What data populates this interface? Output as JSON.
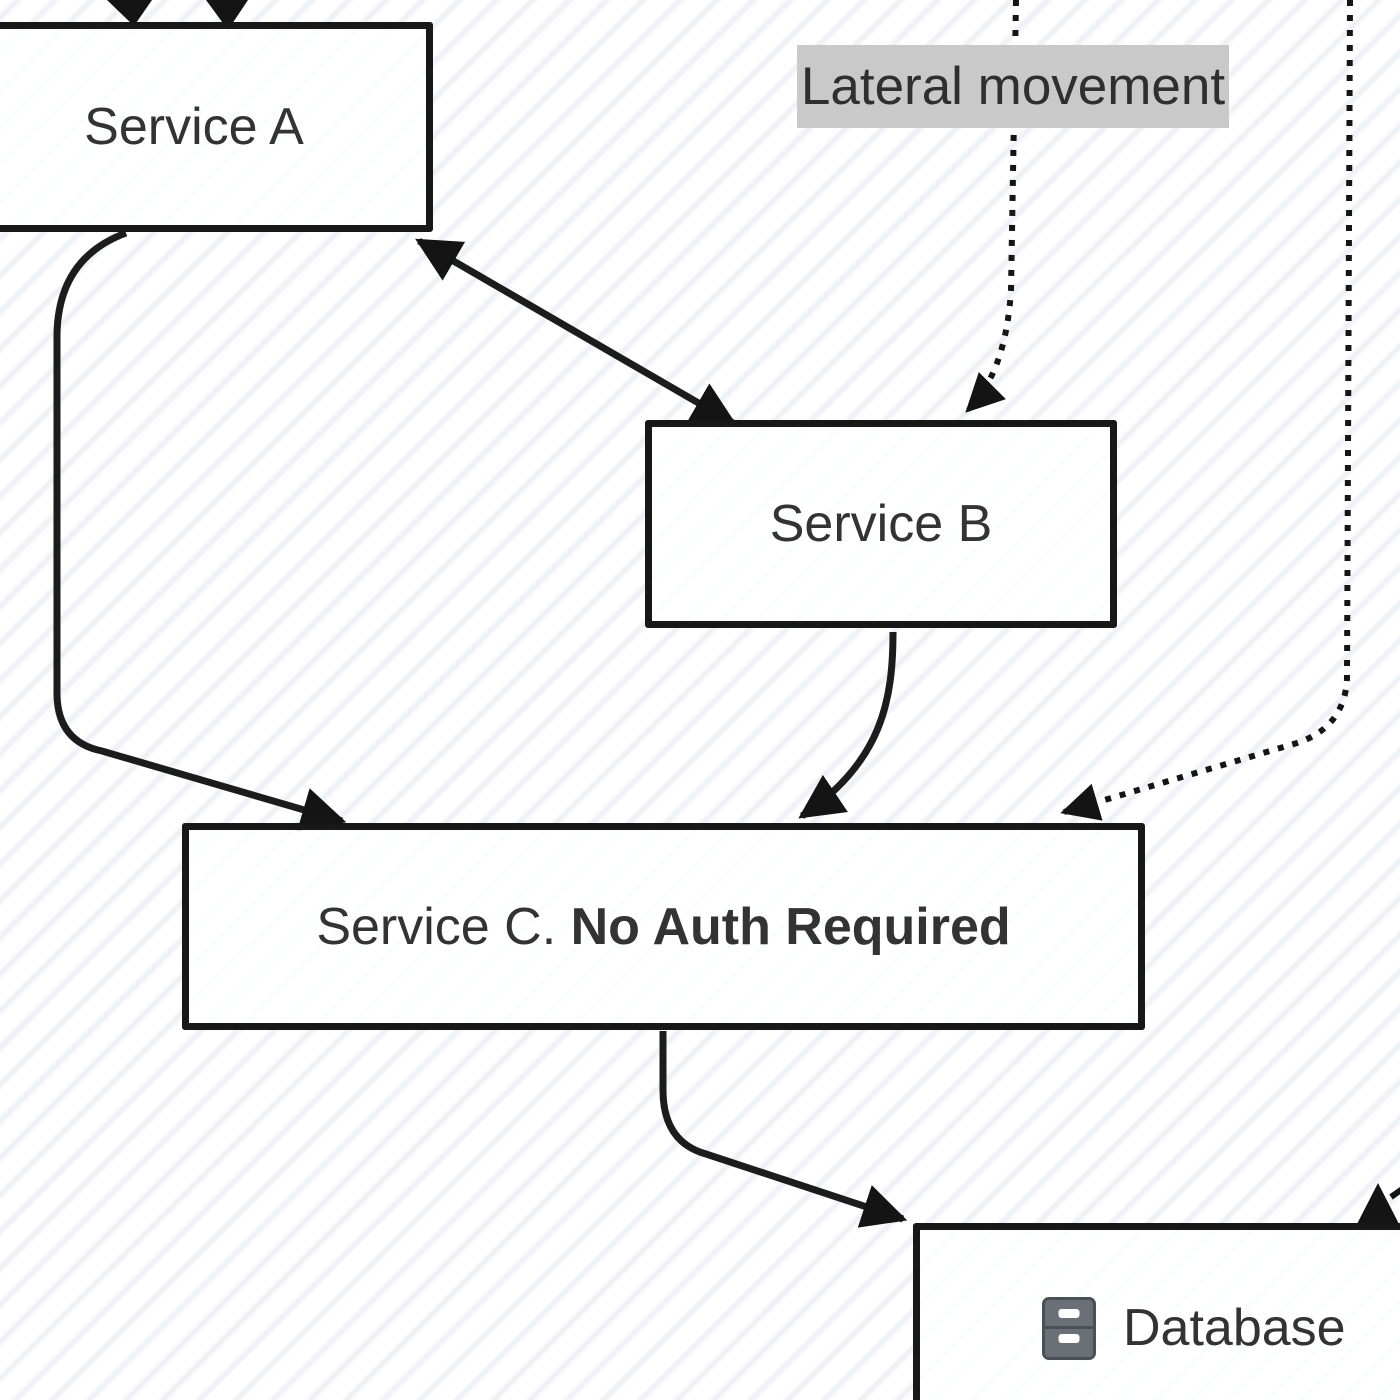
{
  "diagram": {
    "nodes": {
      "service_a": {
        "label": "Service A"
      },
      "service_b": {
        "label": "Service B"
      },
      "service_c": {
        "label_prefix": "Service C. ",
        "label_bold": "No Auth Required"
      },
      "database": {
        "label": "Database",
        "icon": "database-cabinet-icon"
      }
    },
    "annotations": {
      "lateral_movement": "Lateral movement"
    },
    "edges": [
      {
        "from": "offscreen-top",
        "to": "service_a",
        "style": "solid",
        "arrows": 2
      },
      {
        "from": "service_a",
        "to": "service_b",
        "style": "solid",
        "bidirectional": true
      },
      {
        "from": "service_a",
        "to": "service_c",
        "style": "solid"
      },
      {
        "from": "service_b",
        "to": "service_c",
        "style": "solid"
      },
      {
        "from": "service_c",
        "to": "database",
        "style": "solid"
      },
      {
        "from": "lateral-movement",
        "to": "service_b",
        "style": "dotted"
      },
      {
        "from": "lateral-movement",
        "to": "service_c",
        "style": "dotted"
      },
      {
        "from": "database",
        "to": "offscreen-top-right",
        "style": "solid",
        "partial": true
      }
    ],
    "colors": {
      "line": "#1c1c1c",
      "node_border": "#181818",
      "node_fill": "#ffffff",
      "node_text": "#333333",
      "annotation_bg": "#c9c9c9",
      "annotation_text": "#2f2f2f",
      "icon_fill": "#6a7075",
      "icon_outline": "#4b5055",
      "background_stripe": "#edf1f6"
    }
  }
}
